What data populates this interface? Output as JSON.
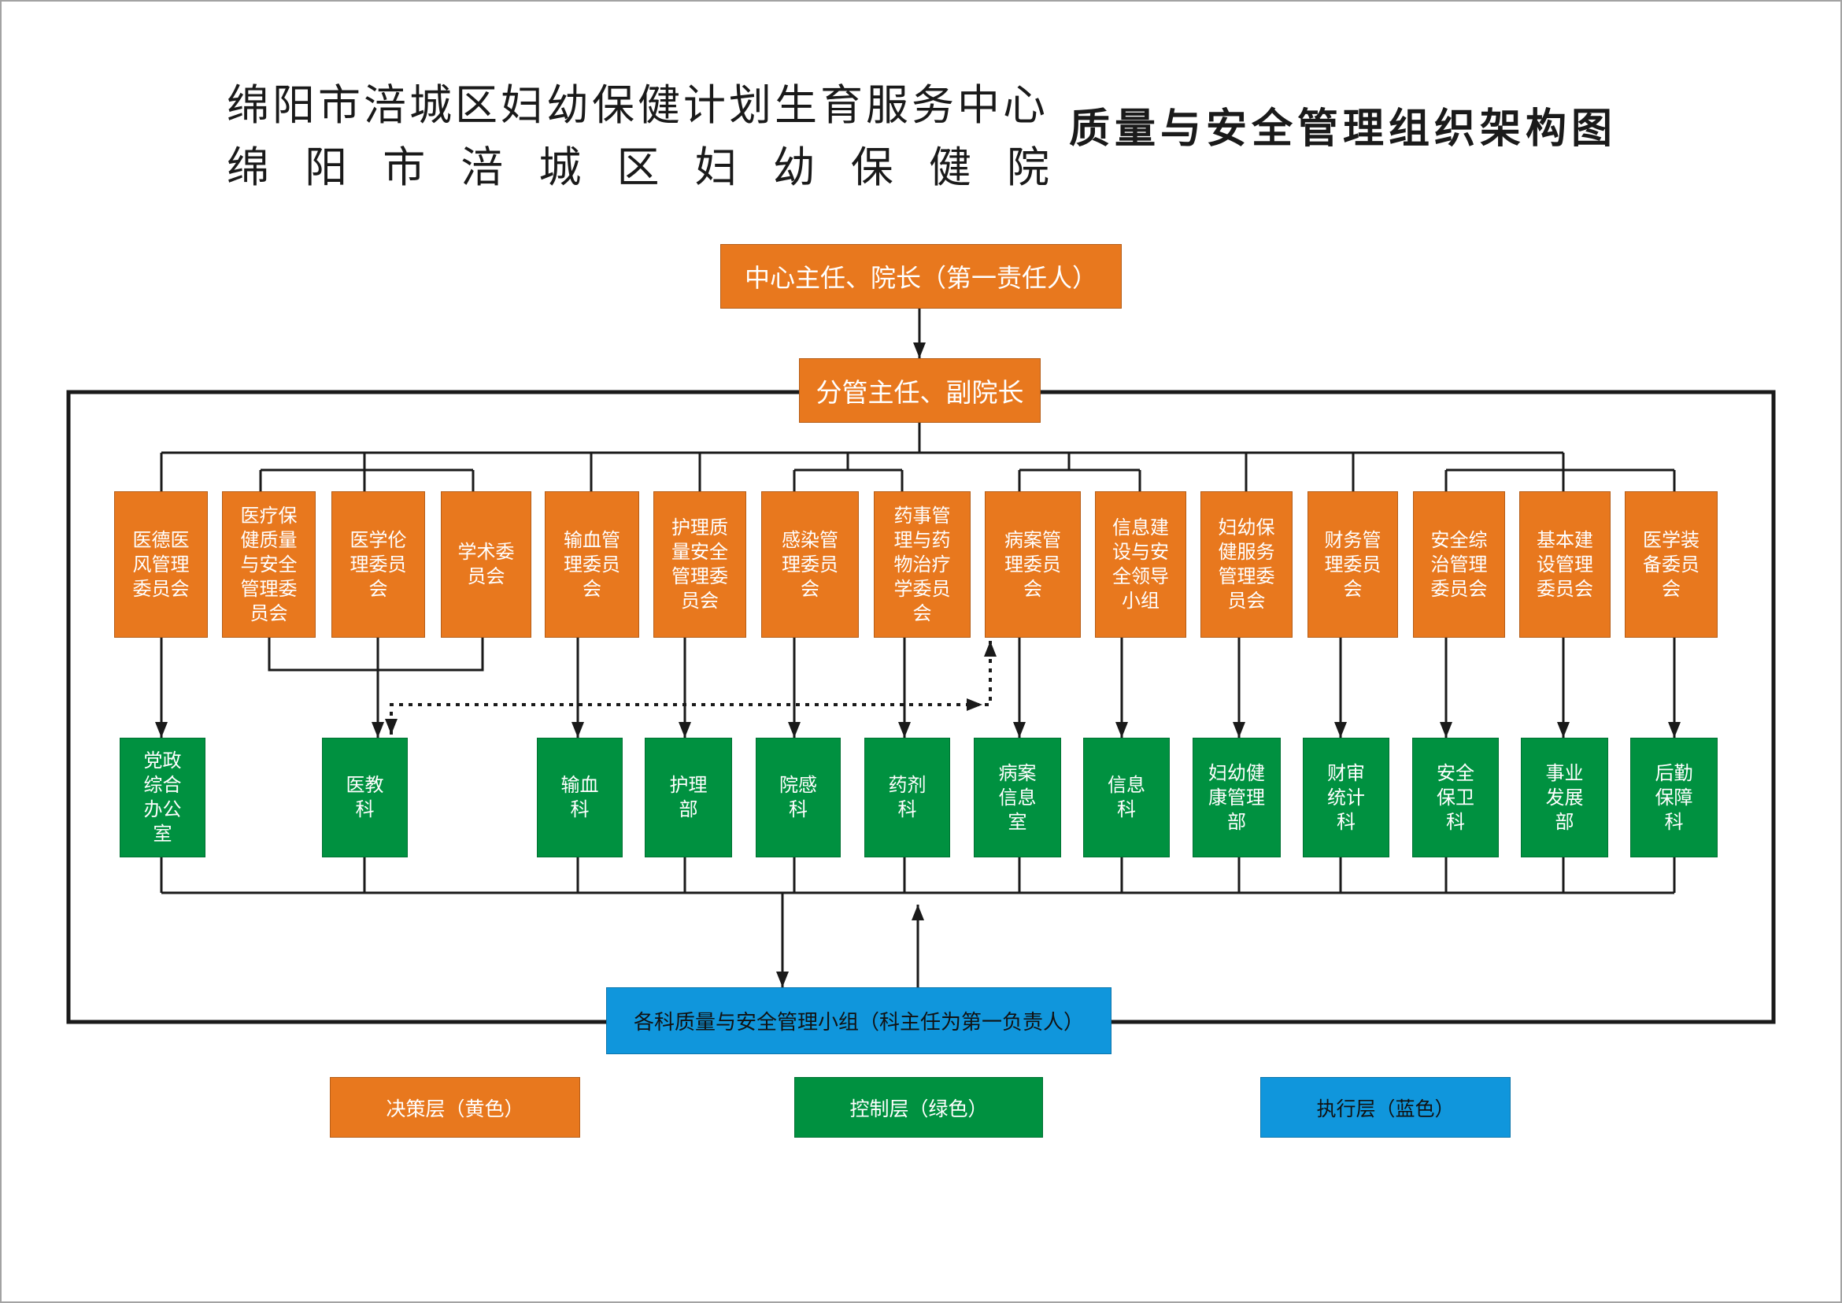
{
  "header": {
    "org_name_line1": "绵阳市涪城区妇幼保健计划生育服务中心",
    "org_name_line2": "绵 阳 市 涪 城 区 妇 幼 保 健 院",
    "chart_title": "质量与安全管理组织架构图"
  },
  "colors": {
    "decision_layer": "#E8781E",
    "control_layer": "#009140",
    "execution_layer": "#1096DC",
    "line": "#1A1A1A"
  },
  "leadership": {
    "chief": "中心主任、院长（第一责任人）",
    "deputy": "分管主任、副院长"
  },
  "committees": [
    "医德医风管理委员会",
    "医疗保健质量与安全管理委员会",
    "医学伦理委员会",
    "学术委员会",
    "输血管理委员会",
    "护理质量安全管理委员会",
    "感染管理委员会",
    "药事管理与药物治疗学委员会",
    "病案管理委员会",
    "信息建设与安全领导小组",
    "妇幼保健服务管理委员会",
    "财务管理委员会",
    "安全综治管理委员会",
    "基本建设管理委员会",
    "医学装备委员会"
  ],
  "departments": [
    "党政综合办公室",
    "医教科",
    "输血科",
    "护理部",
    "院感科",
    "药剂科",
    "病案信息室",
    "信息科",
    "妇幼健康管理部",
    "财审统计科",
    "安全保卫科",
    "事业发展部",
    "后勤保障科"
  ],
  "execution_group": "各科质量与安全管理小组（科主任为第一负责人）",
  "legend": {
    "decision": "决策层（黄色）",
    "control": "控制层（绿色）",
    "execution": "执行层（蓝色）"
  }
}
